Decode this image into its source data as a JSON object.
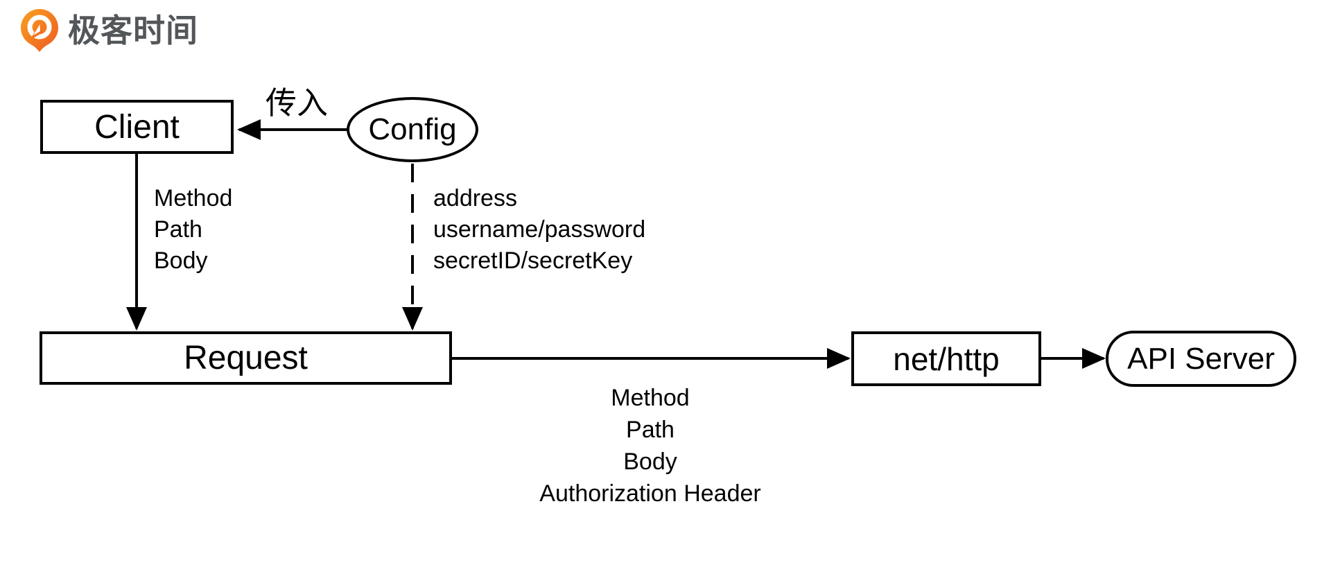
{
  "logo": {
    "text": "极客时间",
    "icon": "geektime-pin-icon",
    "brand_orange": "#F3721C",
    "text_color": "#54575A"
  },
  "diagram": {
    "nodes": {
      "client": {
        "label": "Client",
        "shape": "rect"
      },
      "config": {
        "label": "Config",
        "shape": "ellipse"
      },
      "request": {
        "label": "Request",
        "shape": "rect"
      },
      "nethttp": {
        "label": "net/http",
        "shape": "rect"
      },
      "api_server": {
        "label": "API Server",
        "shape": "rounded-rect"
      }
    },
    "edges": {
      "config_to_client": {
        "label": "传入",
        "style": "solid-arrow"
      },
      "client_to_request": {
        "style": "solid-arrow",
        "labels": [
          "Method",
          "Path",
          "Body"
        ]
      },
      "config_to_request": {
        "style": "dashed-arrow",
        "labels": [
          "address",
          "username/password",
          "secretID/secretKey"
        ]
      },
      "request_to_nethttp": {
        "style": "solid-arrow",
        "labels": [
          "Method",
          "Path",
          "Body",
          "Authorization Header"
        ]
      },
      "nethttp_to_api_server": {
        "style": "solid-arrow"
      }
    }
  }
}
